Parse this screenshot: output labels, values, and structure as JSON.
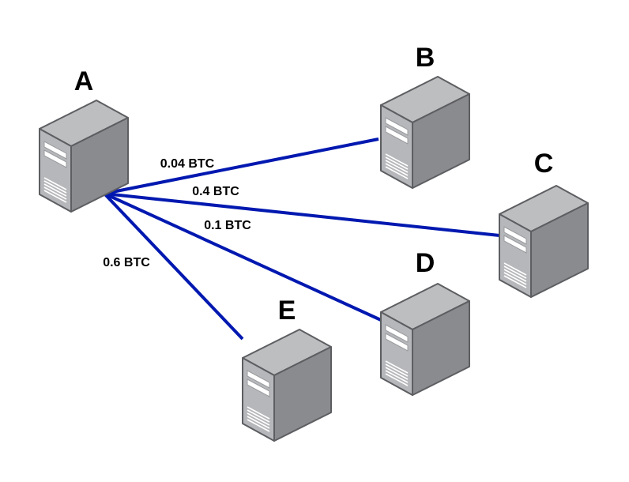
{
  "style": {
    "edge_color": "#0018B0",
    "server_top": "#BDBEC0",
    "server_front": "#B6B7BA",
    "server_side": "#8A8B8E",
    "server_outline": "#5D5E61",
    "label_color": "#000000"
  },
  "nodes": [
    {
      "id": "A",
      "label": "A",
      "icon": "server-icon"
    },
    {
      "id": "B",
      "label": "B",
      "icon": "server-icon"
    },
    {
      "id": "C",
      "label": "C",
      "icon": "server-icon"
    },
    {
      "id": "D",
      "label": "D",
      "icon": "server-icon"
    },
    {
      "id": "E",
      "label": "E",
      "icon": "server-icon"
    }
  ],
  "edges": [
    {
      "from": "A",
      "to": "B",
      "label": "0.04 BTC"
    },
    {
      "from": "A",
      "to": "C",
      "label": "0.4 BTC"
    },
    {
      "from": "A",
      "to": "D",
      "label": "0.1 BTC"
    },
    {
      "from": "A",
      "to": "E",
      "label": "0.6 BTC"
    }
  ]
}
